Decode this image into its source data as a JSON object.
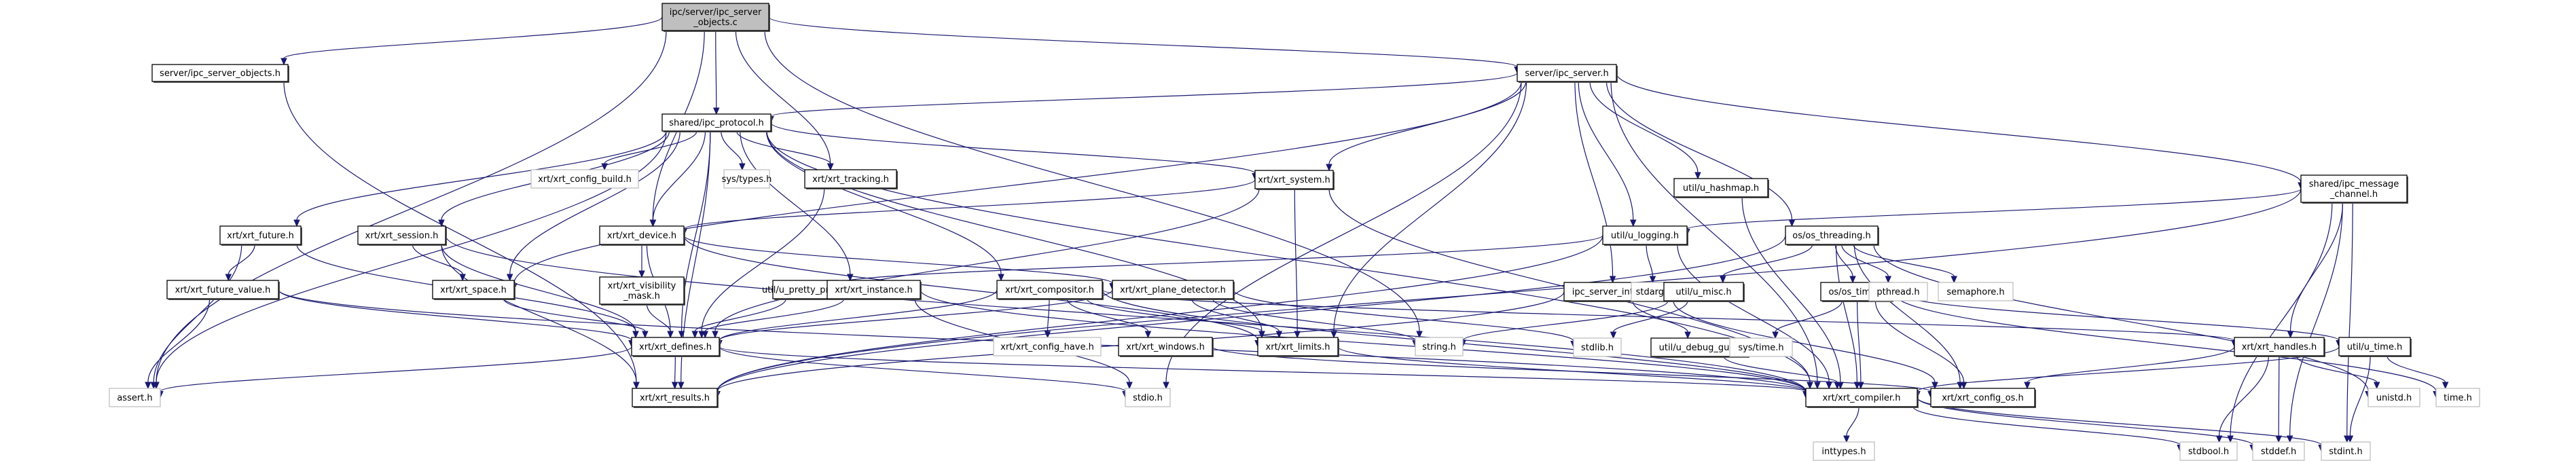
{
  "title": "ipc/server/ipc_server_objects.c include dependency graph",
  "colors": {
    "edge": "#191970",
    "root_fill": "#bfbfbf",
    "node_fill": "#ffffff",
    "node_border": "#000000",
    "external_border": "#bfbfbf"
  },
  "nodes": [
    {
      "id": "root",
      "lines": [
        "ipc/server/ipc_server",
        "_objects.c"
      ],
      "kind": "root"
    },
    {
      "id": "srv_objs_h",
      "lines": [
        "server/ipc_server_objects.h"
      ],
      "kind": "doc"
    },
    {
      "id": "ipc_server_h",
      "lines": [
        "server/ipc_server.h"
      ],
      "kind": "doc"
    },
    {
      "id": "ipc_protocol_h",
      "lines": [
        "shared/ipc_protocol.h"
      ],
      "kind": "doc"
    },
    {
      "id": "ipc_msg_channel_h",
      "lines": [
        "shared/ipc_message",
        "_channel.h"
      ],
      "kind": "doc"
    },
    {
      "id": "xrt_config_build_h",
      "lines": [
        "xrt/xrt_config_build.h"
      ],
      "kind": "external"
    },
    {
      "id": "sys_types_h",
      "lines": [
        "sys/types.h"
      ],
      "kind": "external"
    },
    {
      "id": "xrt_tracking_h",
      "lines": [
        "xrt/xrt_tracking.h"
      ],
      "kind": "doc"
    },
    {
      "id": "xrt_system_h",
      "lines": [
        "xrt/xrt_system.h"
      ],
      "kind": "doc"
    },
    {
      "id": "u_hashmap_h",
      "lines": [
        "util/u_hashmap.h"
      ],
      "kind": "doc"
    },
    {
      "id": "xrt_future_h",
      "lines": [
        "xrt/xrt_future.h"
      ],
      "kind": "doc"
    },
    {
      "id": "xrt_session_h",
      "lines": [
        "xrt/xrt_session.h"
      ],
      "kind": "doc"
    },
    {
      "id": "xrt_device_h",
      "lines": [
        "xrt/xrt_device.h"
      ],
      "kind": "doc"
    },
    {
      "id": "u_logging_h",
      "lines": [
        "util/u_logging.h"
      ],
      "kind": "doc"
    },
    {
      "id": "os_threading_h",
      "lines": [
        "os/os_threading.h"
      ],
      "kind": "doc"
    },
    {
      "id": "xrt_future_value_h",
      "lines": [
        "xrt/xrt_future_value.h"
      ],
      "kind": "doc"
    },
    {
      "id": "xrt_space_h",
      "lines": [
        "xrt/xrt_space.h"
      ],
      "kind": "doc"
    },
    {
      "id": "xrt_visibility_mask_h",
      "lines": [
        "xrt/xrt_visibility",
        "_mask.h"
      ],
      "kind": "doc"
    },
    {
      "id": "u_pretty_print_h",
      "lines": [
        "util/u_pretty_print.h"
      ],
      "kind": "doc"
    },
    {
      "id": "xrt_instance_h",
      "lines": [
        "xrt/xrt_instance.h"
      ],
      "kind": "doc"
    },
    {
      "id": "xrt_compositor_h",
      "lines": [
        "xrt/xrt_compositor.h"
      ],
      "kind": "doc"
    },
    {
      "id": "xrt_plane_detector_h",
      "lines": [
        "xrt/xrt_plane_detector.h"
      ],
      "kind": "doc"
    },
    {
      "id": "ipc_server_interface_h",
      "lines": [
        "ipc_server_interface.h"
      ],
      "kind": "doc"
    },
    {
      "id": "stdarg_h",
      "lines": [
        "stdarg.h"
      ],
      "kind": "external"
    },
    {
      "id": "u_misc_h",
      "lines": [
        "util/u_misc.h"
      ],
      "kind": "doc"
    },
    {
      "id": "os_time_h",
      "lines": [
        "os/os_time.h"
      ],
      "kind": "doc"
    },
    {
      "id": "pthread_h",
      "lines": [
        "pthread.h"
      ],
      "kind": "external"
    },
    {
      "id": "semaphore_h",
      "lines": [
        "semaphore.h"
      ],
      "kind": "external"
    },
    {
      "id": "xrt_defines_h",
      "lines": [
        "xrt/xrt_defines.h"
      ],
      "kind": "doc"
    },
    {
      "id": "xrt_config_have_h",
      "lines": [
        "xrt/xrt_config_have.h"
      ],
      "kind": "external"
    },
    {
      "id": "xrt_windows_h",
      "lines": [
        "xrt/xrt_windows.h"
      ],
      "kind": "doc"
    },
    {
      "id": "xrt_limits_h",
      "lines": [
        "xrt/xrt_limits.h"
      ],
      "kind": "doc"
    },
    {
      "id": "string_h",
      "lines": [
        "string.h"
      ],
      "kind": "external"
    },
    {
      "id": "stdlib_h",
      "lines": [
        "stdlib.h"
      ],
      "kind": "external"
    },
    {
      "id": "u_debug_gui_h",
      "lines": [
        "util/u_debug_gui.h"
      ],
      "kind": "doc"
    },
    {
      "id": "sys_time_h",
      "lines": [
        "sys/time.h"
      ],
      "kind": "external"
    },
    {
      "id": "xrt_handles_h",
      "lines": [
        "xrt/xrt_handles.h"
      ],
      "kind": "doc"
    },
    {
      "id": "u_time_h",
      "lines": [
        "util/u_time.h"
      ],
      "kind": "doc"
    },
    {
      "id": "assert_h",
      "lines": [
        "assert.h"
      ],
      "kind": "external"
    },
    {
      "id": "xrt_results_h",
      "lines": [
        "xrt/xrt_results.h"
      ],
      "kind": "doc"
    },
    {
      "id": "stdio_h",
      "lines": [
        "stdio.h"
      ],
      "kind": "external"
    },
    {
      "id": "xrt_compiler_h",
      "lines": [
        "xrt/xrt_compiler.h"
      ],
      "kind": "doc"
    },
    {
      "id": "xrt_config_os_h",
      "lines": [
        "xrt/xrt_config_os.h"
      ],
      "kind": "doc"
    },
    {
      "id": "unistd_h",
      "lines": [
        "unistd.h"
      ],
      "kind": "external"
    },
    {
      "id": "time_h",
      "lines": [
        "time.h"
      ],
      "kind": "external"
    },
    {
      "id": "inttypes_h",
      "lines": [
        "inttypes.h"
      ],
      "kind": "external"
    },
    {
      "id": "stdbool_h",
      "lines": [
        "stdbool.h"
      ],
      "kind": "external"
    },
    {
      "id": "stddef_h",
      "lines": [
        "stddef.h"
      ],
      "kind": "external"
    },
    {
      "id": "stdint_h",
      "lines": [
        "stdint.h"
      ],
      "kind": "external"
    }
  ],
  "edges": [
    [
      "root",
      "srv_objs_h"
    ],
    [
      "root",
      "ipc_server_h"
    ],
    [
      "root",
      "ipc_protocol_h"
    ],
    [
      "root",
      "xrt_tracking_h"
    ],
    [
      "root",
      "xrt_device_h"
    ],
    [
      "root",
      "assert_h"
    ],
    [
      "root",
      "string_h"
    ],
    [
      "srv_objs_h",
      "xrt_results_h"
    ],
    [
      "ipc_server_h",
      "ipc_protocol_h"
    ],
    [
      "ipc_server_h",
      "u_hashmap_h"
    ],
    [
      "ipc_server_h",
      "ipc_msg_channel_h"
    ],
    [
      "ipc_server_h",
      "xrt_system_h"
    ],
    [
      "ipc_server_h",
      "xrt_space_h"
    ],
    [
      "ipc_server_h",
      "u_logging_h"
    ],
    [
      "ipc_server_h",
      "os_threading_h"
    ],
    [
      "ipc_server_h",
      "ipc_server_interface_h"
    ],
    [
      "ipc_server_h",
      "xrt_limits_h"
    ],
    [
      "ipc_server_h",
      "xrt_compiler_h"
    ],
    [
      "ipc_server_h",
      "stdio_h"
    ],
    [
      "ipc_protocol_h",
      "xrt_config_build_h"
    ],
    [
      "ipc_protocol_h",
      "sys_types_h"
    ],
    [
      "ipc_protocol_h",
      "xrt_tracking_h"
    ],
    [
      "ipc_protocol_h",
      "xrt_system_h"
    ],
    [
      "ipc_protocol_h",
      "xrt_future_h"
    ],
    [
      "ipc_protocol_h",
      "xrt_session_h"
    ],
    [
      "ipc_protocol_h",
      "xrt_device_h"
    ],
    [
      "ipc_protocol_h",
      "xrt_space_h"
    ],
    [
      "ipc_protocol_h",
      "xrt_instance_h"
    ],
    [
      "ipc_protocol_h",
      "xrt_compositor_h"
    ],
    [
      "ipc_protocol_h",
      "xrt_defines_h"
    ],
    [
      "ipc_protocol_h",
      "xrt_results_h"
    ],
    [
      "ipc_protocol_h",
      "assert_h"
    ],
    [
      "ipc_protocol_h",
      "xrt_limits_h"
    ],
    [
      "ipc_protocol_h",
      "xrt_compiler_h"
    ],
    [
      "ipc_msg_channel_h",
      "u_logging_h"
    ],
    [
      "ipc_msg_channel_h",
      "xrt_handles_h"
    ],
    [
      "ipc_msg_channel_h",
      "xrt_results_h"
    ],
    [
      "ipc_msg_channel_h",
      "stdint_h"
    ],
    [
      "ipc_msg_channel_h",
      "stddef_h"
    ],
    [
      "ipc_msg_channel_h",
      "stdbool_h"
    ],
    [
      "xrt_tracking_h",
      "xrt_defines_h"
    ],
    [
      "xrt_system_h",
      "xrt_device_h"
    ],
    [
      "xrt_system_h",
      "xrt_defines_h"
    ],
    [
      "xrt_system_h",
      "xrt_limits_h"
    ],
    [
      "xrt_system_h",
      "xrt_compiler_h"
    ],
    [
      "u_hashmap_h",
      "xrt_compiler_h"
    ],
    [
      "xrt_future_h",
      "xrt_future_value_h"
    ],
    [
      "xrt_future_h",
      "xrt_defines_h"
    ],
    [
      "xrt_future_h",
      "assert_h"
    ],
    [
      "xrt_session_h",
      "xrt_space_h"
    ],
    [
      "xrt_session_h",
      "xrt_defines_h"
    ],
    [
      "xrt_session_h",
      "xrt_results_h"
    ],
    [
      "xrt_session_h",
      "xrt_compiler_h"
    ],
    [
      "xrt_device_h",
      "xrt_visibility_mask_h"
    ],
    [
      "xrt_device_h",
      "xrt_defines_h"
    ],
    [
      "xrt_device_h",
      "xrt_plane_detector_h"
    ],
    [
      "xrt_device_h",
      "xrt_limits_h"
    ],
    [
      "u_logging_h",
      "stdarg_h"
    ],
    [
      "u_logging_h",
      "xrt_compiler_h"
    ],
    [
      "u_logging_h",
      "u_pretty_print_h"
    ],
    [
      "u_logging_h",
      "xrt_results_h"
    ],
    [
      "os_threading_h",
      "os_time_h"
    ],
    [
      "os_threading_h",
      "pthread_h"
    ],
    [
      "os_threading_h",
      "semaphore_h"
    ],
    [
      "os_threading_h",
      "u_misc_h"
    ],
    [
      "os_threading_h",
      "xrt_compiler_h"
    ],
    [
      "os_threading_h",
      "xrt_config_os_h"
    ],
    [
      "os_threading_h",
      "unistd_h"
    ],
    [
      "os_threading_h",
      "xrt_results_h"
    ],
    [
      "xrt_future_value_h",
      "xrt_defines_h"
    ],
    [
      "xrt_future_value_h",
      "assert_h"
    ],
    [
      "xrt_future_value_h",
      "xrt_compiler_h"
    ],
    [
      "xrt_space_h",
      "xrt_defines_h"
    ],
    [
      "xrt_visibility_mask_h",
      "xrt_defines_h"
    ],
    [
      "u_pretty_print_h",
      "xrt_defines_h"
    ],
    [
      "xrt_instance_h",
      "xrt_defines_h"
    ],
    [
      "xrt_instance_h",
      "xrt_compiler_h"
    ],
    [
      "xrt_instance_h",
      "stdio_h"
    ],
    [
      "xrt_compositor_h",
      "xrt_config_have_h"
    ],
    [
      "xrt_compositor_h",
      "xrt_windows_h"
    ],
    [
      "xrt_compositor_h",
      "xrt_limits_h"
    ],
    [
      "xrt_compositor_h",
      "xrt_defines_h"
    ],
    [
      "xrt_compositor_h",
      "xrt_handles_h"
    ],
    [
      "xrt_compositor_h",
      "xrt_compiler_h"
    ],
    [
      "xrt_plane_detector_h",
      "xrt_limits_h"
    ],
    [
      "xrt_plane_detector_h",
      "string_h"
    ],
    [
      "xrt_plane_detector_h",
      "stdlib_h"
    ],
    [
      "xrt_plane_detector_h",
      "xrt_defines_h"
    ],
    [
      "ipc_server_interface_h",
      "u_debug_gui_h"
    ],
    [
      "ipc_server_interface_h",
      "xrt_config_os_h"
    ],
    [
      "ipc_server_interface_h",
      "xrt_results_h"
    ],
    [
      "u_misc_h",
      "stdlib_h"
    ],
    [
      "u_misc_h",
      "string_h"
    ],
    [
      "os_time_h",
      "sys_time_h"
    ],
    [
      "os_time_h",
      "u_time_h"
    ],
    [
      "os_time_h",
      "time_h"
    ],
    [
      "os_time_h",
      "xrt_compiler_h"
    ],
    [
      "os_time_h",
      "xrt_config_os_h"
    ],
    [
      "xrt_defines_h",
      "xrt_results_h"
    ],
    [
      "xrt_defines_h",
      "assert_h"
    ],
    [
      "xrt_defines_h",
      "xrt_compiler_h"
    ],
    [
      "xrt_defines_h",
      "stdio_h"
    ],
    [
      "xrt_windows_h",
      "xrt_config_os_h"
    ],
    [
      "xrt_limits_h",
      "xrt_compiler_h"
    ],
    [
      "u_debug_gui_h",
      "xrt_compiler_h"
    ],
    [
      "xrt_handles_h",
      "xrt_config_os_h"
    ],
    [
      "xrt_handles_h",
      "stdbool_h"
    ],
    [
      "xrt_handles_h",
      "stddef_h"
    ],
    [
      "xrt_handles_h",
      "unistd_h"
    ],
    [
      "u_time_h",
      "time_h"
    ],
    [
      "u_time_h",
      "stdint_h"
    ],
    [
      "u_time_h",
      "xrt_compiler_h"
    ],
    [
      "xrt_compiler_h",
      "inttypes_h"
    ],
    [
      "xrt_compiler_h",
      "stdbool_h"
    ],
    [
      "xrt_compiler_h",
      "stddef_h"
    ],
    [
      "xrt_compiler_h",
      "stdint_h"
    ]
  ]
}
